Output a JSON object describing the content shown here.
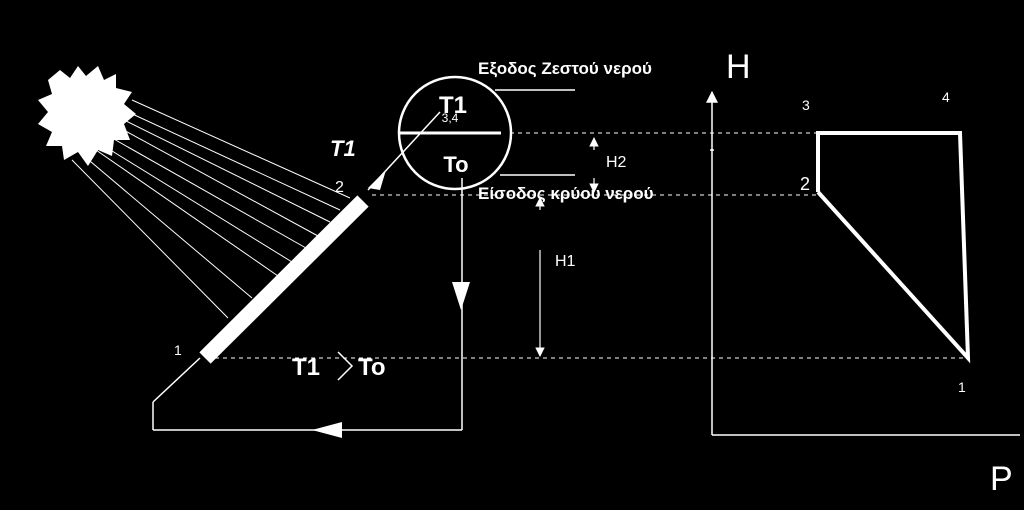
{
  "colors": {
    "background": "#000000",
    "foreground": "#ffffff"
  },
  "labels": {
    "hot_water_outlet": "Εξοδος Ζεστού νερού",
    "cold_water_inlet": "Είσοδος κρύου νερού",
    "tank_top": "T1",
    "tank_bottom": "To",
    "tank_mark": "3,4",
    "pipe_t1": "T1",
    "comparison_left": "T1",
    "comparison_right": "To",
    "point_1": "1",
    "point_2": "2",
    "height_h1": "H1",
    "height_h2": "H2"
  },
  "graph": {
    "y_axis_label": "H",
    "x_axis_label": "P",
    "point_labels": {
      "p1": "1",
      "p2": "2",
      "p3": "3",
      "p4": "4"
    }
  },
  "icons": {
    "sun": "sun-icon"
  }
}
